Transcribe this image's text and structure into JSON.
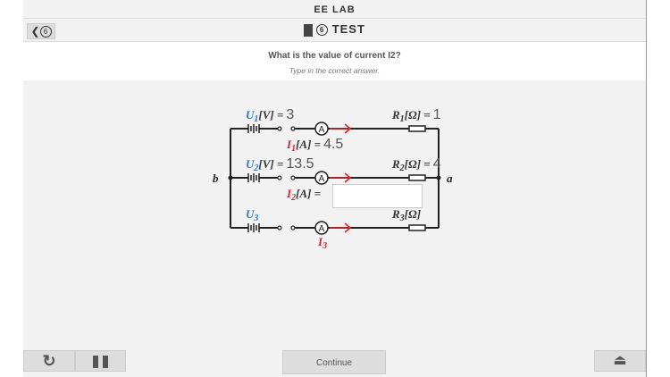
{
  "app_title": "EE LAB",
  "header": {
    "back_badge": "6",
    "test_number": "6",
    "test_label": "TEST"
  },
  "question": {
    "text": "What is the value of current I2?",
    "hint": "Type in the correct answer."
  },
  "circuit": {
    "node_left": "b",
    "node_right": "a",
    "branches": [
      {
        "voltage_label": "U",
        "voltage_sub": "1",
        "voltage_unit": "[V] =",
        "voltage_value": "3",
        "current_label": "I",
        "current_sub": "1",
        "current_unit": "[A] =",
        "current_value": "4.5",
        "resistor_label": "R",
        "resistor_sub": "1",
        "resistor_unit": "[Ω] =",
        "resistor_value": "1"
      },
      {
        "voltage_label": "U",
        "voltage_sub": "2",
        "voltage_unit": "[V] =",
        "voltage_value": "13.5",
        "current_label": "I",
        "current_sub": "2",
        "current_unit": "[A] =",
        "current_value": "",
        "resistor_label": "R",
        "resistor_sub": "2",
        "resistor_unit": "[Ω] =",
        "resistor_value": "4"
      },
      {
        "voltage_label": "U",
        "voltage_sub": "3",
        "current_label": "I",
        "current_sub": "3",
        "resistor_label": "R",
        "resistor_sub": "3",
        "resistor_unit": "[Ω]"
      }
    ],
    "ammeter_symbol": "A",
    "colors": {
      "voltage": "#2e78c0",
      "current": "#d8262c",
      "wire": "#222"
    }
  },
  "answer_input": {
    "value": ""
  },
  "footer": {
    "continue_label": "Continue",
    "restart_icon": "restart-icon",
    "pause_icon": "pause-icon",
    "eject_icon": "eject-icon"
  }
}
